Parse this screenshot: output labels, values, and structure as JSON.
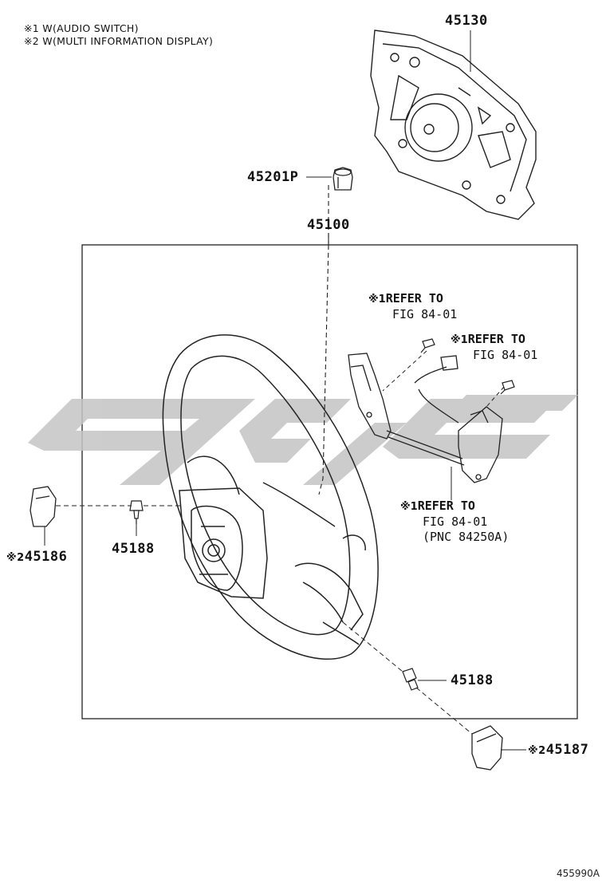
{
  "notes": [
    "※1 W(AUDIO SWITCH)",
    "※2 W(MULTI INFORMATION DISPLAY)"
  ],
  "parts": {
    "pad": "45130",
    "nut": "45201P",
    "wheel": "45100",
    "bolt_left": "45188",
    "bolt_right": "45188",
    "cover_left": "45186",
    "cover_right": "45187"
  },
  "marks": {
    "cover_left": "※2",
    "cover_right": "※2"
  },
  "refs": {
    "ref1": {
      "mark": "※1",
      "line1": "REFER TO",
      "line2": "FIG 84-01"
    },
    "ref2": {
      "mark": "※1",
      "line1": "REFER TO",
      "line2": "FIG 84-01"
    },
    "ref3": {
      "mark": "※1",
      "line1": "REFER TO",
      "line2": "FIG 84-01",
      "line3": "(PNC 84250A)"
    }
  },
  "watermark_text": "ﻗﻄﻊ",
  "figure_number": "455990A",
  "colors": {
    "line": "#222222",
    "watermark": "#c8c8c8"
  }
}
